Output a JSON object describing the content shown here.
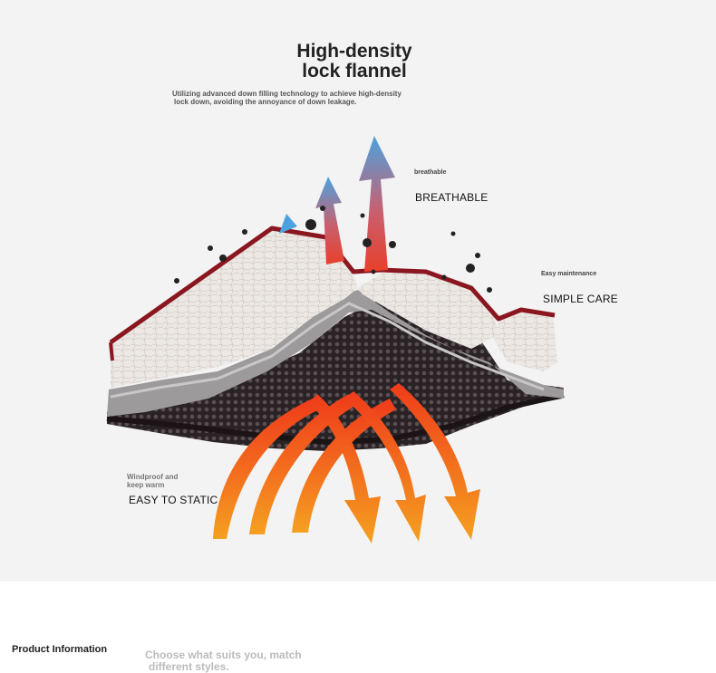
{
  "header": {
    "title_line1": "High-density",
    "title_line2": "lock flannel",
    "subtitle_line1": "Utilizing advanced down filling technology to achieve high-density",
    "subtitle_line2": "lock down, avoiding the annoyance of down leakage."
  },
  "features": {
    "breathable_small": "breathable",
    "breathable_big": "BREATHABLE",
    "care_small": "Easy maintenance",
    "care_big": "SIMPLE CARE",
    "static_small_line1": "Windproof and",
    "static_small_line2": "keep warm",
    "static_big": "EASY TO STATIC"
  },
  "footer": {
    "left": "Product Information",
    "right_line1": "Choose what suits you, match",
    "right_line2": "different styles."
  },
  "colors": {
    "panel_bg": "#f3f3f3",
    "fabric_red": "#8a1620",
    "arrow_blue": "#4aa3e0",
    "heat_red": "#f04a1a",
    "heat_orange": "#f5a020"
  }
}
